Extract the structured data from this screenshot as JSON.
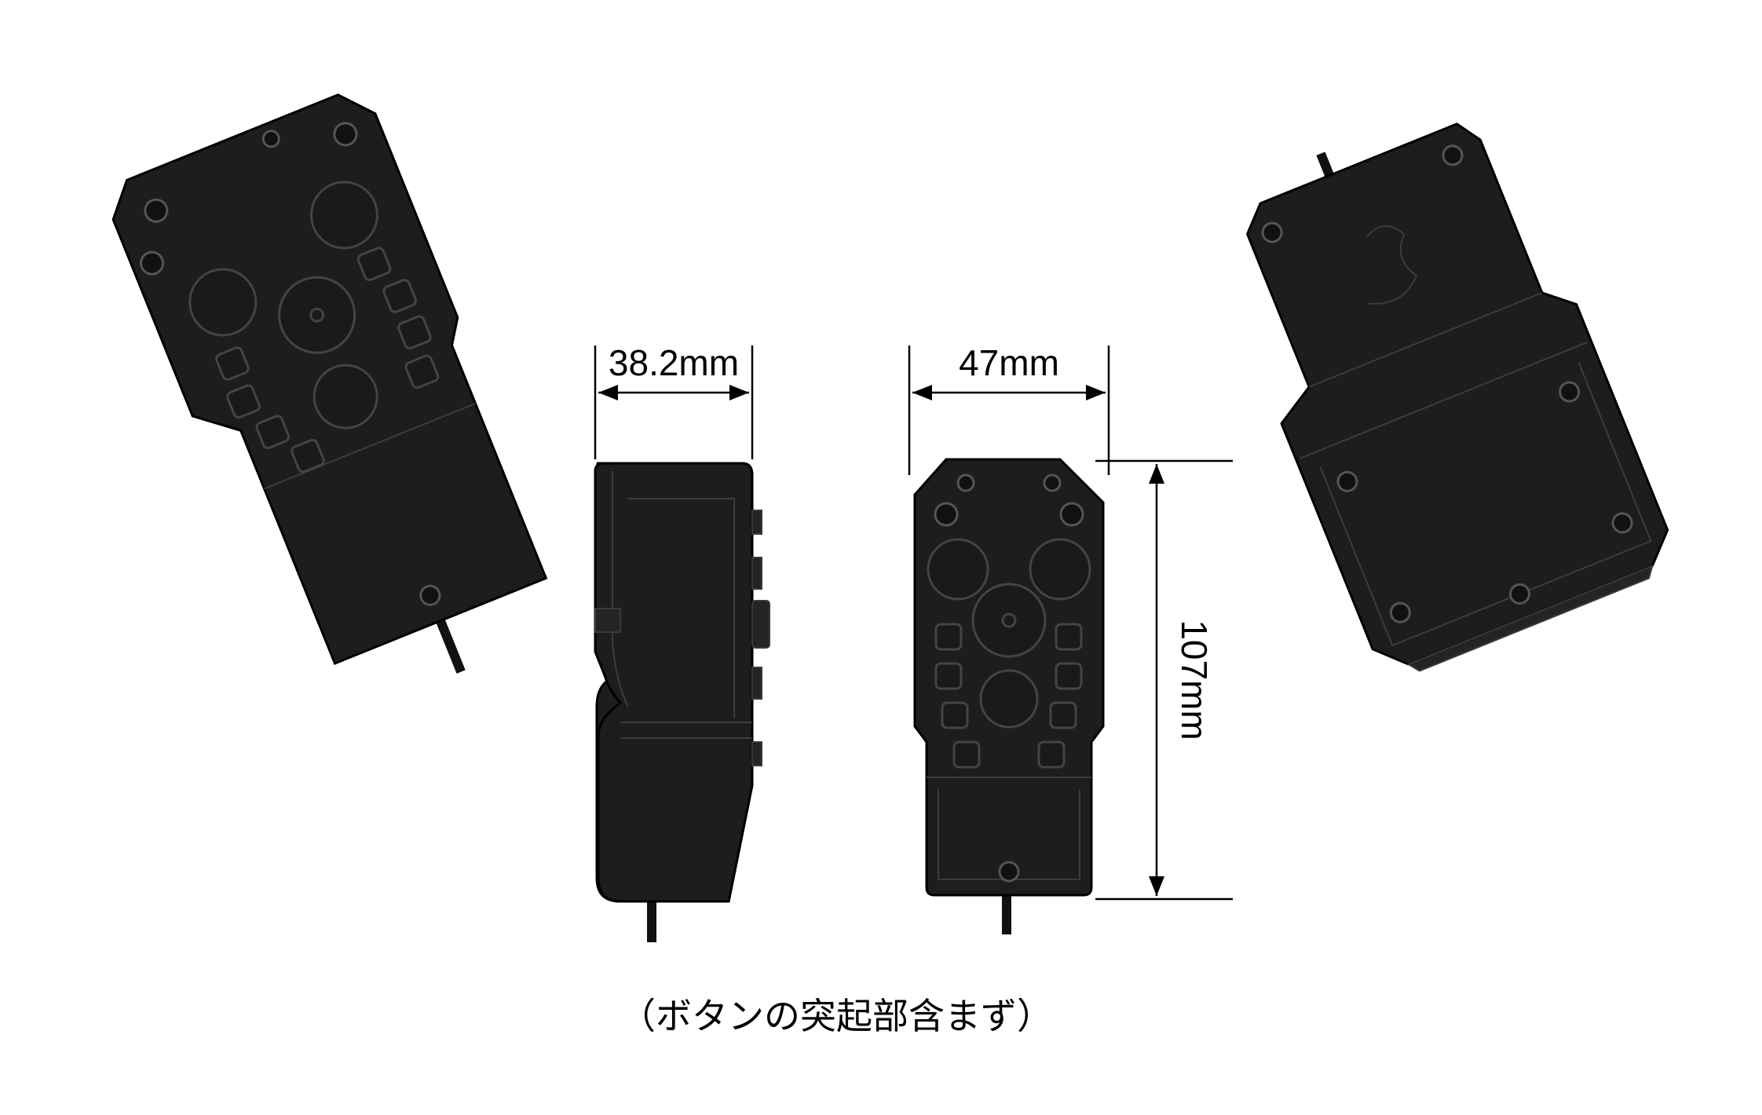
{
  "dimensions": {
    "side_width": "38.2mm",
    "front_width": "47mm",
    "height": "107mm"
  },
  "caption": "（ボタンの突起部含まず）",
  "colors": {
    "device": "#1d1d1d",
    "line": "#000000",
    "background": "#ffffff"
  }
}
